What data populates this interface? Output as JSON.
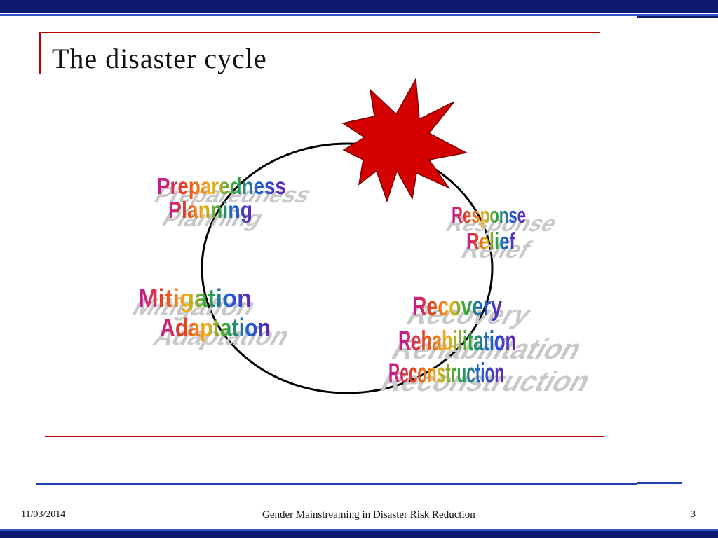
{
  "slide": {
    "title": "The disaster cycle"
  },
  "diagram": {
    "phases": {
      "preparedness": "Preparedness",
      "planning": "Planning",
      "response": "Response",
      "relief": "Relief",
      "mitigation": "Mitigation",
      "adaptation": "Adaptation",
      "recovery": "Recovery",
      "rehabilitation": "Rehabilitation",
      "reconstruction": "Reconstruction"
    },
    "colors": {
      "disaster_burst": "#d40000",
      "cycle": "#000000",
      "wordart_gradient": [
        "#c0189c",
        "#e8401c",
        "#f2b21b",
        "#2fa83a",
        "#1a5bd6",
        "#6a1fb0"
      ]
    },
    "icons": {
      "disaster_burst": "explosion-star-icon"
    }
  },
  "footer": {
    "date": "11/03/2014",
    "title": "Gender Mainstreaming in Disaster Risk Reduction",
    "page": "3"
  }
}
